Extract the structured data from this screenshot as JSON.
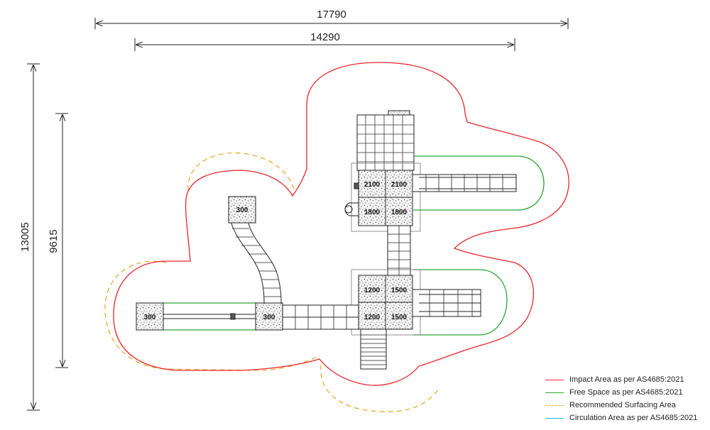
{
  "dimensions": {
    "overall_width": "17790",
    "equipment_width": "14290",
    "overall_depth": "13005",
    "equipment_depth": "9615"
  },
  "decks": [
    {
      "key": "d2100a",
      "label": "2100"
    },
    {
      "key": "d2100b",
      "label": "2100"
    },
    {
      "key": "d1800a",
      "label": "1800"
    },
    {
      "key": "d1800b",
      "label": "1800"
    },
    {
      "key": "d1200a",
      "label": "1200"
    },
    {
      "key": "d1500a",
      "label": "1500"
    },
    {
      "key": "d1200b",
      "label": "1200"
    },
    {
      "key": "d1500b",
      "label": "1500"
    },
    {
      "key": "d300top",
      "label": "300"
    },
    {
      "key": "d300left",
      "label": "300"
    },
    {
      "key": "d300mid",
      "label": "300"
    }
  ],
  "legend": [
    {
      "label": "Impact Area as per AS4685:2021",
      "color": "#e8262b",
      "style": "solid"
    },
    {
      "label": "Free Space as per AS4685:2021",
      "color": "#2aa637",
      "style": "solid"
    },
    {
      "label": "Recommended Surfacing Area",
      "color": "#f4a21f",
      "style": "dashed"
    },
    {
      "label": "Circulation Area as per AS4685:2021",
      "color": "#25b7e8",
      "style": "solid"
    }
  ]
}
